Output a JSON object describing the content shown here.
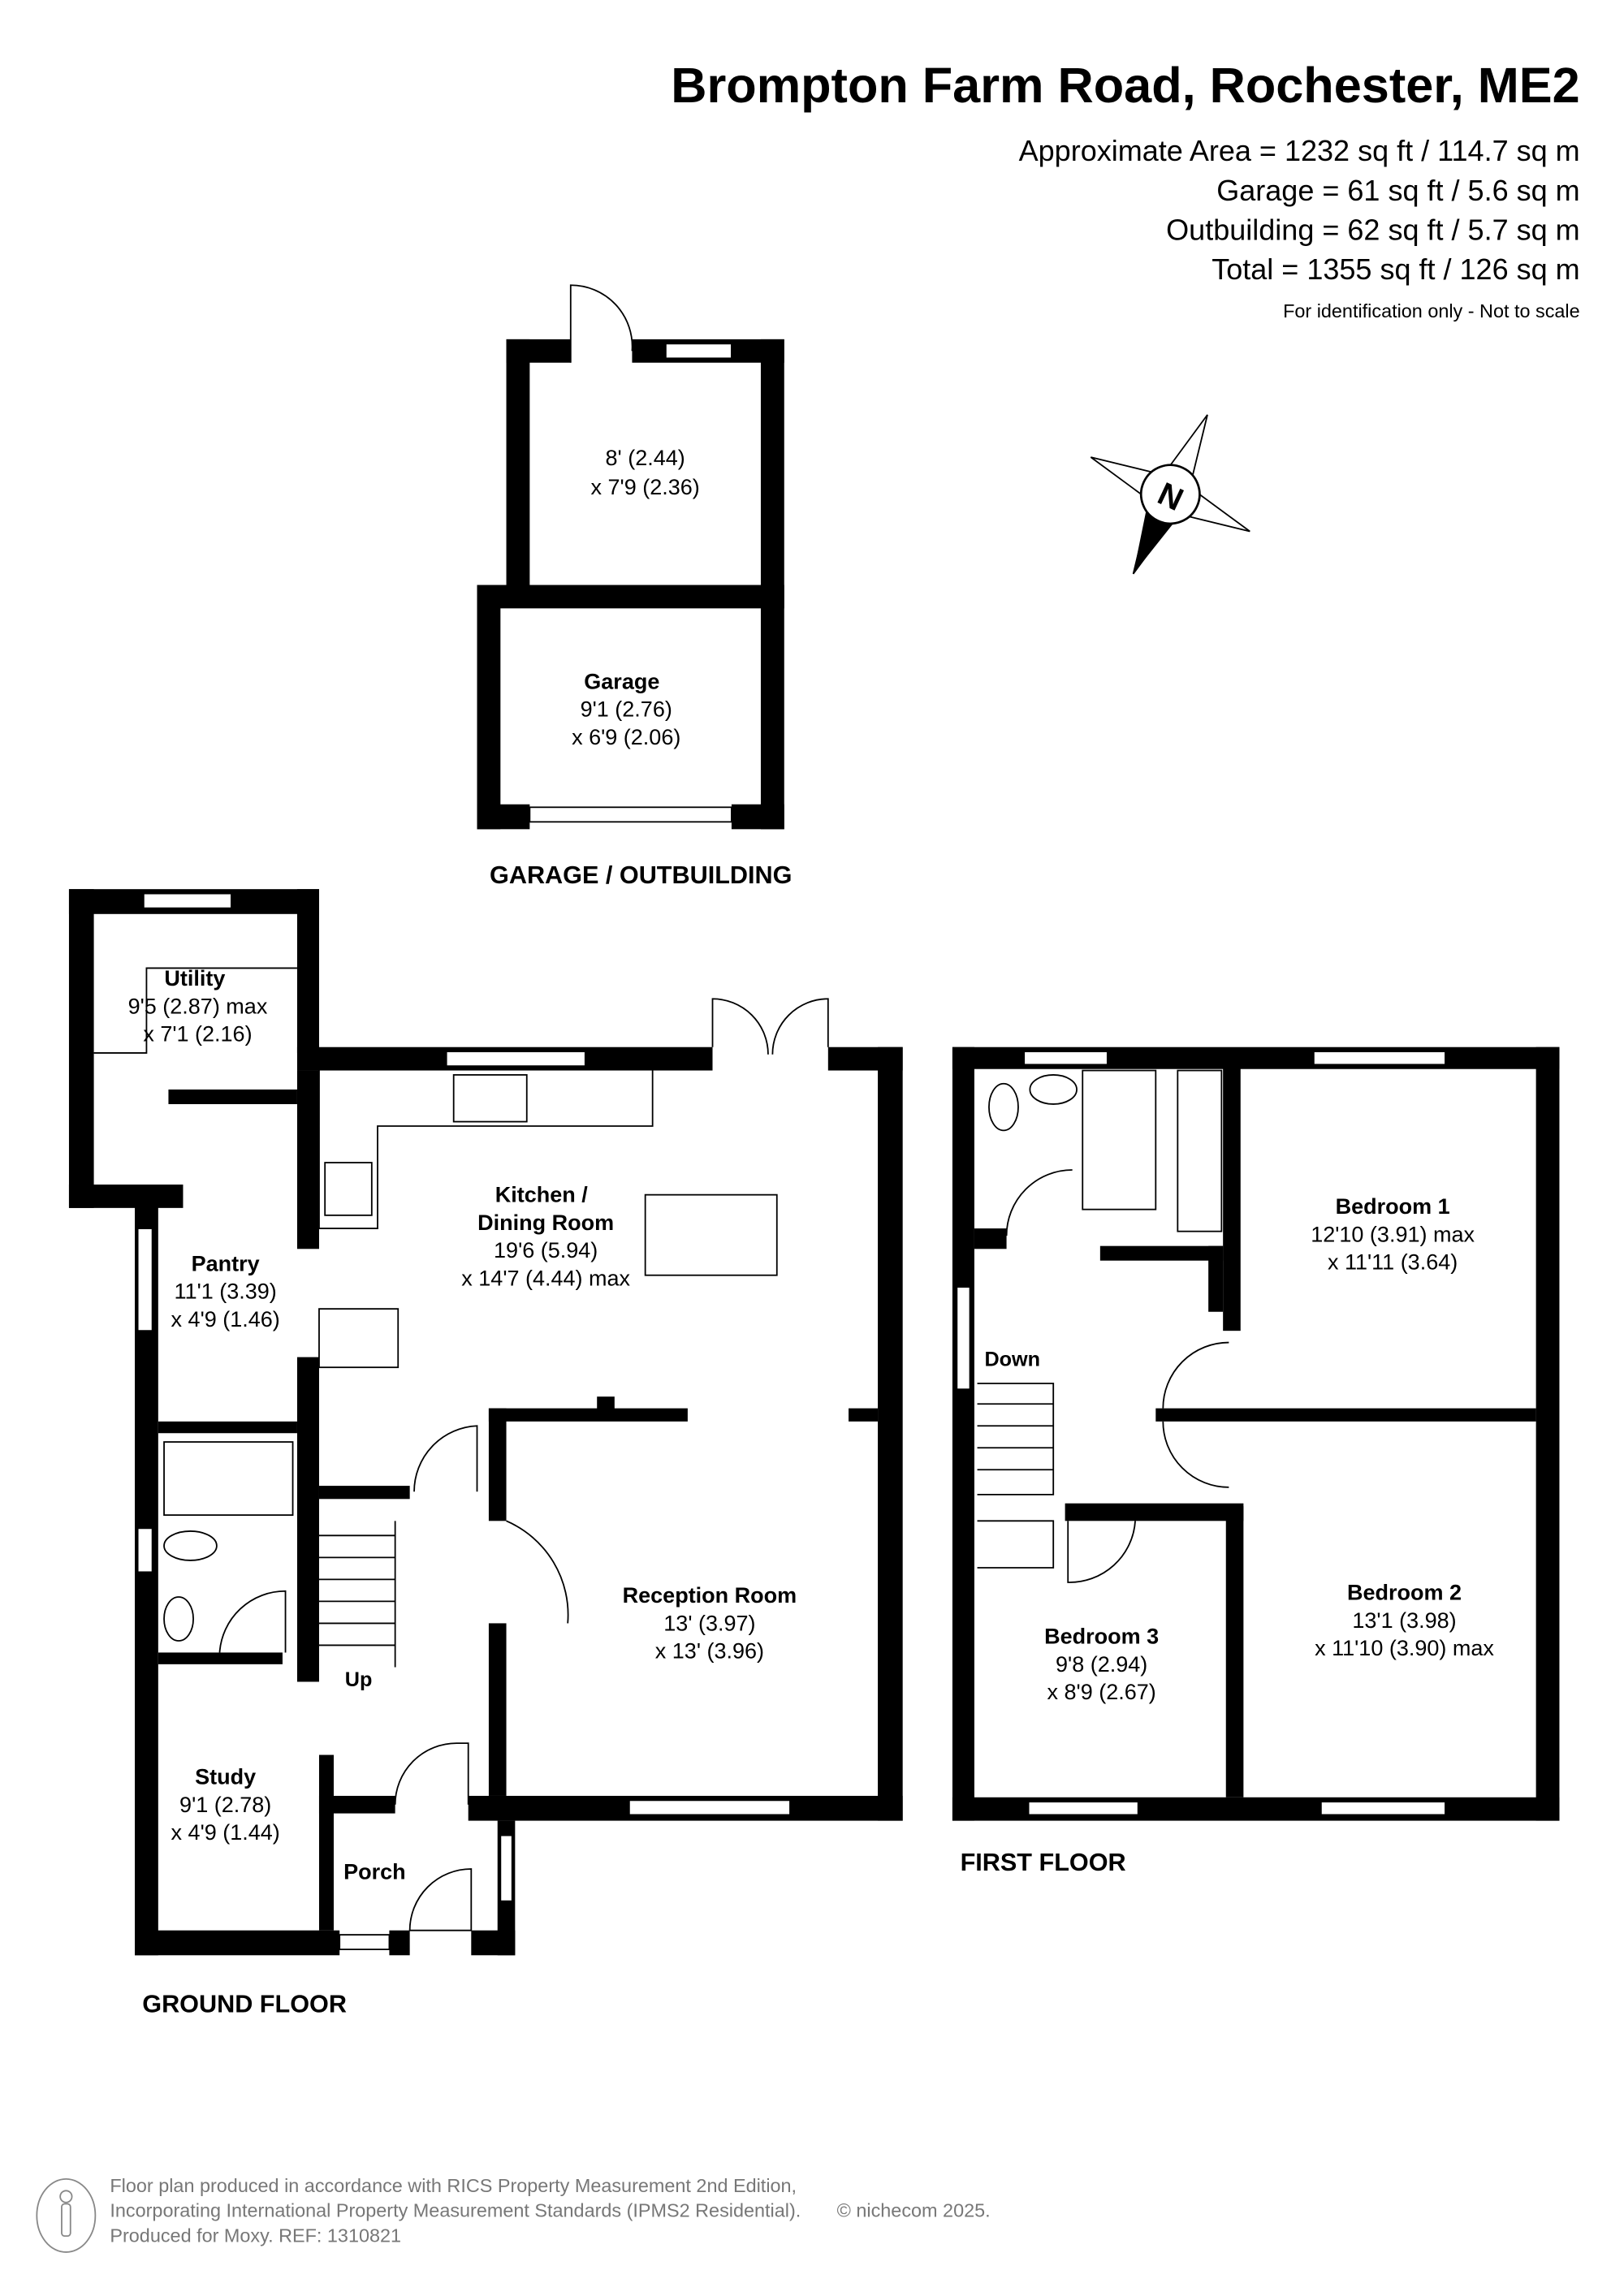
{
  "header": {
    "title": "Brompton Farm Road, Rochester, ME2",
    "area_lines": [
      "Approximate Area = 1232 sq ft / 114.7 sq m",
      "Garage = 61 sq ft / 5.6 sq m",
      "Outbuilding = 62 sq ft / 5.7 sq m",
      "Total = 1355 sq ft / 126 sq m"
    ],
    "disclaimer": "For identification only - Not to scale"
  },
  "compass": {
    "label": "N"
  },
  "garage_outbuilding": {
    "title": "GARAGE / OUTBUILDING",
    "outbuilding": {
      "dim1": "8' (2.44)",
      "dim2": "x 7'9 (2.36)"
    },
    "garage": {
      "name": "Garage",
      "dim1": "9'1 (2.76)",
      "dim2": "x 6'9 (2.06)"
    }
  },
  "ground_floor": {
    "title": "GROUND FLOOR",
    "rooms": {
      "utility": {
        "name": "Utility",
        "dim1": "9'5 (2.87) max",
        "dim2": "x 7'1 (2.16)"
      },
      "kitchen": {
        "name1": "Kitchen /",
        "name2": "Dining Room",
        "dim1": "19'6 (5.94)",
        "dim2": "x 14'7 (4.44) max"
      },
      "pantry": {
        "name": "Pantry",
        "dim1": "11'1 (3.39)",
        "dim2": "x 4'9 (1.46)"
      },
      "reception": {
        "name": "Reception Room",
        "dim1": "13' (3.97)",
        "dim2": "x 13' (3.96)"
      },
      "study": {
        "name": "Study",
        "dim1": "9'1 (2.78)",
        "dim2": "x 4'9 (1.44)"
      },
      "porch": {
        "name": "Porch"
      }
    },
    "stairs_label": "Up"
  },
  "first_floor": {
    "title": "FIRST FLOOR",
    "rooms": {
      "bedroom1": {
        "name": "Bedroom 1",
        "dim1": "12'10 (3.91) max",
        "dim2": "x 11'11 (3.64)"
      },
      "bedroom2": {
        "name": "Bedroom 2",
        "dim1": "13'1 (3.98)",
        "dim2": "x 11'10 (3.90) max"
      },
      "bedroom3": {
        "name": "Bedroom 3",
        "dim1": "9'8 (2.94)",
        "dim2": "x 8'9 (2.67)"
      }
    },
    "stairs_label": "Down"
  },
  "footer": {
    "lines": [
      "Floor plan produced in accordance with RICS Property Measurement 2nd Edition,",
      "Incorporating International Property Measurement Standards (IPMS2 Residential).",
      "Produced for Moxy.   REF:  1310821"
    ],
    "copyright": "© nichecom 2025."
  }
}
